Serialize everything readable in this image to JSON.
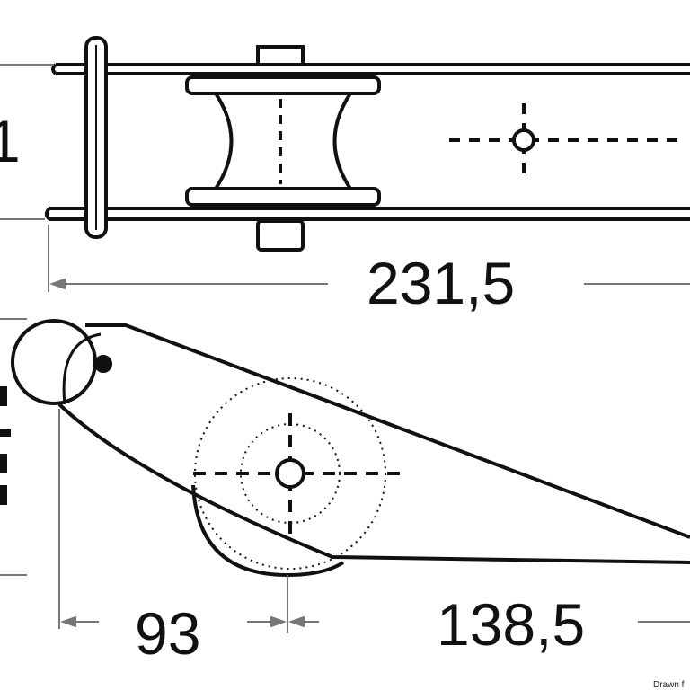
{
  "drawing": {
    "top_view": {
      "height_dim_partial": "1",
      "length_dim": "231,5"
    },
    "side_view": {
      "offset_dim": "93",
      "length_dim": "138,5"
    },
    "credit": "Drawn f"
  },
  "colors": {
    "ink": "#111111",
    "dim_line": "#777777",
    "background": "#ffffff"
  }
}
